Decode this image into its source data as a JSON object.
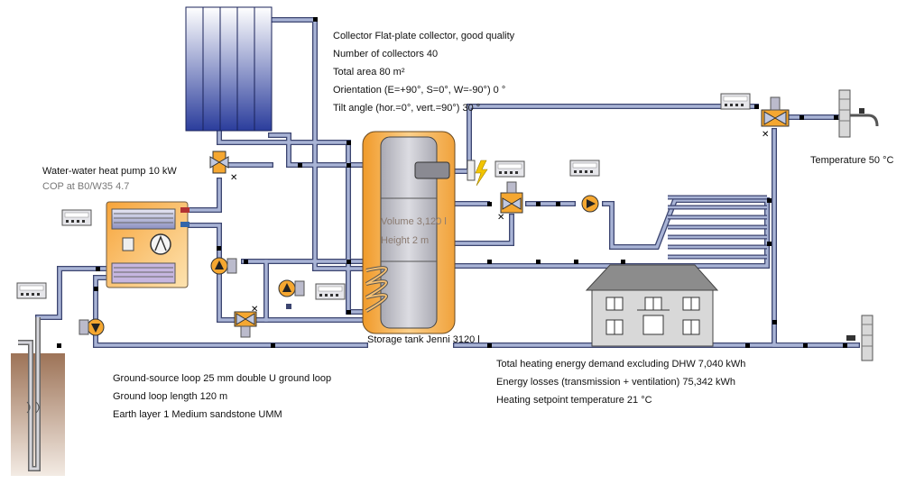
{
  "collector": {
    "type_line": "Collector Flat-plate collector, good quality",
    "count_line": "Number of collectors 40",
    "area_line": "Total area 80 m²",
    "orientation_line": "Orientation (E=+90°, S=0°, W=-90°) 0 °",
    "tilt_line": "Tilt angle (hor.=0°, vert.=90°) 30 °"
  },
  "heat_pump": {
    "title": "Water-water heat pump 10 kW",
    "cop": "COP at B0/W35 4.7"
  },
  "dhw": {
    "temperature": "Temperature 50 °C"
  },
  "storage": {
    "volume": "Volume 3,120 l",
    "height": "Height 2 m",
    "name": "Storage tank Jenni 3120 l"
  },
  "ground_loop": {
    "loop_line": "Ground-source loop 25 mm double U ground loop",
    "length_line": "Ground loop length 120 m",
    "earth_line": "Earth layer 1 Medium sandstone UMM"
  },
  "building": {
    "demand_line": "Total heating energy demand excluding DHW 7,040 kWh",
    "losses_line": "Energy losses (transmission + ventilation) 75,342 kWh",
    "setpoint_line": "Heating setpoint temperature 21 °C"
  },
  "colors": {
    "pipe": "#9aa8cc",
    "pipe_border": "#3c4570",
    "collector": "#3a4fa8",
    "tank_orange": "#f6b054",
    "tank_gray": "#c0c0c4",
    "lightning": "#f2c400",
    "hot": "#b33333"
  }
}
